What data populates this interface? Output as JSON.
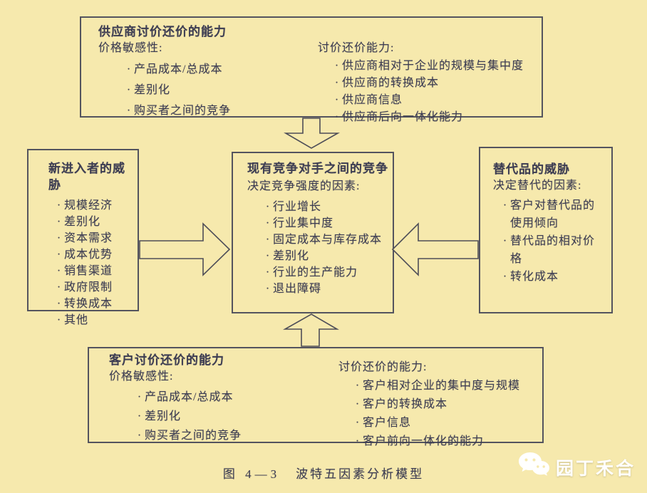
{
  "page": {
    "bg_color": "#f6e9ad",
    "ink_color": "#3d3d52",
    "border_color": "#54545e"
  },
  "caption": {
    "label": "图 4—3",
    "text": "波特五因素分析模型"
  },
  "watermark": {
    "icon": "wechat-bubbles-icon",
    "text": "园丁禾合",
    "color": "#ffffff"
  },
  "boxes": {
    "supplier": {
      "title": "供应商讨价还价的能力",
      "left_subtitle": "价格敏感性:",
      "left_items": [
        "产品成本/总成本",
        "差别化",
        "购买者之间的竞争"
      ],
      "right_subtitle": "讨价还价能力:",
      "right_items": [
        "供应商相对于企业的规模与集中度",
        "供应商的转换成本",
        "供应商信息",
        "供应商后向一体化能力"
      ]
    },
    "new_entrants": {
      "title": "新进入者的威胁",
      "items": [
        "规模经济",
        "差别化",
        "资本需求",
        "成本优势",
        "销售渠道",
        "政府限制",
        "转换成本",
        "其他"
      ]
    },
    "rivalry": {
      "title": "现有竞争对手之间的竞争",
      "subtitle": "决定竞争强度的因素:",
      "items": [
        "行业增长",
        "行业集中度",
        "固定成本与库存成本",
        "差别化",
        "行业的生产能力",
        "退出障碍"
      ]
    },
    "substitutes": {
      "title": "替代品的威胁",
      "subtitle": "决定替代的因素:",
      "items": [
        "客户对替代品的使用倾向",
        "替代品的相对价格",
        "转化成本"
      ]
    },
    "buyer": {
      "title": "客户讨价还价的能力",
      "left_subtitle": "价格敏感性:",
      "left_items": [
        "产品成本/总成本",
        "差别化",
        "购买者之间的竞争"
      ],
      "right_subtitle": "讨价还价的能力:",
      "right_items": [
        "客户相对企业的集中度与规模",
        "客户的转换成本",
        "客户信息",
        "客户前向一体化的能力"
      ]
    }
  }
}
